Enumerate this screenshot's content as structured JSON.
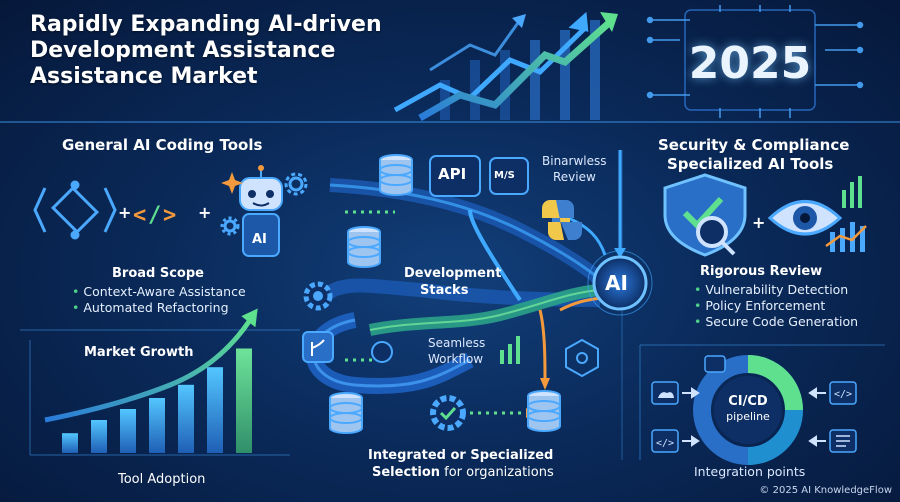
{
  "title": {
    "line1": "Rapidly Expanding AI-driven",
    "line2": "Development Assistance",
    "line3": "Assistance Market"
  },
  "year": "2025",
  "general": {
    "heading": "General AI Coding Tools",
    "robot_label": "AI",
    "scope_heading": "Broad Scope",
    "bullets": [
      "Context-Aware Assistance",
      "Automated Refactoring"
    ]
  },
  "market": {
    "heading": "Market Growth",
    "footer": "Tool Adoption",
    "bar_levels": [
      0.18,
      0.3,
      0.4,
      0.5,
      0.62,
      0.78,
      0.95
    ]
  },
  "center": {
    "api_label": "API",
    "ms_label": "M/S",
    "binarwless_line1": "Binarwless",
    "binarwless_line2": "Review",
    "stacks_line1": "Development",
    "stacks_line2": "Stacks",
    "ai_hub": "AI",
    "workflow_line1": "Seamless",
    "workflow_line2": "Workflow",
    "integrated_line1": "Integrated or Specialized",
    "integrated_bold": "Selection",
    "integrated_rest": " for organizations"
  },
  "security": {
    "heading_line1": "Security & Compliance",
    "heading_line2": "Specialized AI Tools",
    "review_heading": "Rigorous Review",
    "bullets": [
      "Vulnerability Detection",
      "Policy Enforcement",
      "Secure Code Generation"
    ]
  },
  "cicd": {
    "line1": "CI/CD",
    "line2": "pipeline",
    "footer": "Integration points"
  },
  "footer": "© 2025 AI KnowledgeFlow",
  "colors": {
    "background": "#06183a",
    "accent_blue": "#3fa9ff",
    "accent_green": "#4dd08a",
    "accent_orange": "#f59a3c"
  }
}
